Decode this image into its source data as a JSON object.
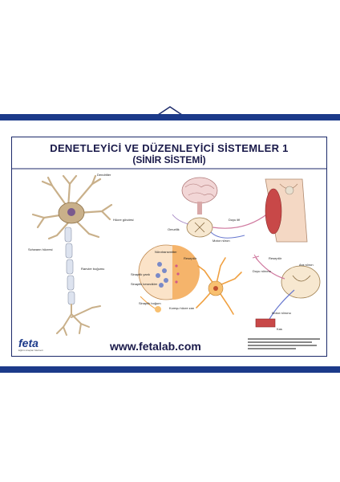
{
  "poster": {
    "title": "DENETLEYİCİ VE DÜZENLEYİCİ SİSTEMLER 1",
    "subtitle": "(SİNİR SİSTEMİ)",
    "website": "www.fetalab.com",
    "brand": "feta",
    "brand_tagline": "Eğitim Araçları Merkezi"
  },
  "labels": {
    "dendrites": "Dendritler",
    "cell_body": "Hücre gövdesi",
    "schwann": "Schwann hücresi",
    "ranvier": "Ranvier boğumu",
    "sensory_fiber": "Duyu lifi",
    "spinal": "Omurilik",
    "motor_neuron": "Motor nöron",
    "receptor1": "Reseptör",
    "neurotransmitter": "Nörotransmitter",
    "synaptic_cleft": "Sinaptik yarık",
    "synaptic_vesicle": "Sinaptik kesecikler",
    "synaptic_knob": "Sinaptik boğum",
    "impulse": "Komşu hücre zarı",
    "receptor2": "Reseptör",
    "association": "Ara nöron",
    "sensory2": "Duyu nöronu",
    "motor2": "Motor nöronu",
    "muscle": "Kas"
  },
  "colors": {
    "frame": "#1c3a8a",
    "title": "#1a1a4a",
    "axon_sheath": "#cfd8e8",
    "neuron": "#c9b08a",
    "synapse": "#f5b46b",
    "muscle": "#c84848"
  }
}
